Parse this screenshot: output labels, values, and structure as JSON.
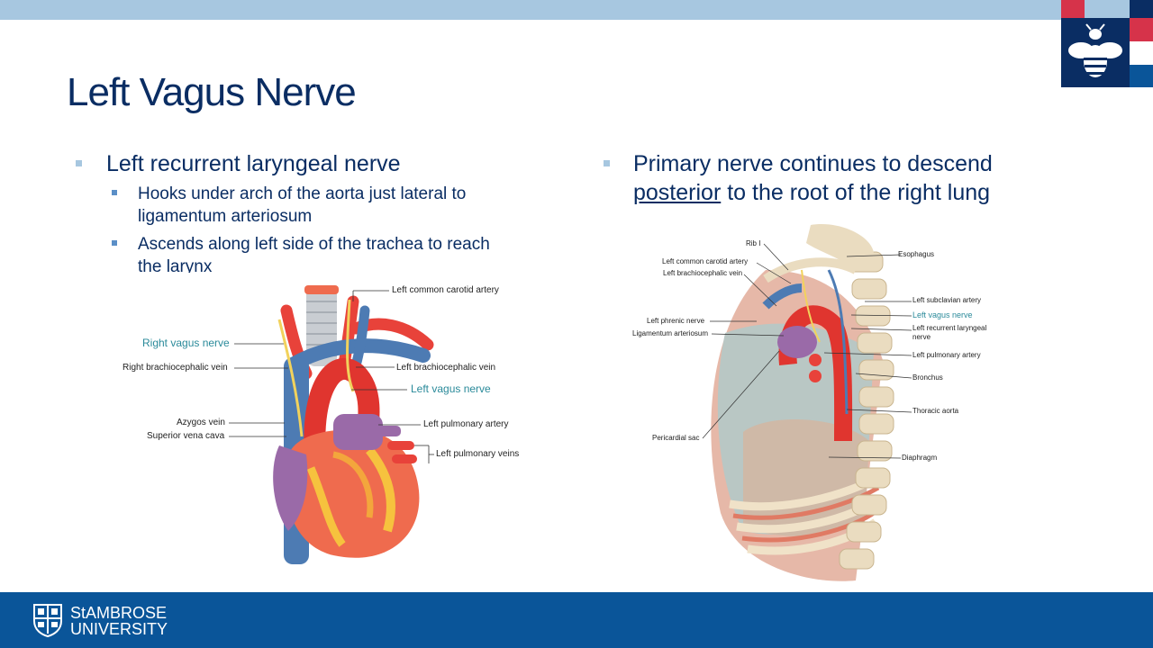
{
  "slide": {
    "title": "Left Vagus Nerve"
  },
  "left_column": {
    "bullet": "Left recurrent laryngeal nerve",
    "sub_bullets": [
      {
        "line1": "Hooks under arch of the aorta just lateral to",
        "line2": "ligamentum arteriosum"
      },
      {
        "line1": "Ascends along left side of the trachea to reach",
        "line2": "the larynx"
      }
    ]
  },
  "right_column": {
    "line1": "Primary nerve continues to descend",
    "underlined_word": "posterior",
    "line2_rest": " to the root of the right lung"
  },
  "heart_figure": {
    "labels": {
      "left_common_carotid": "Left common carotid artery",
      "right_vagus": "Right vagus nerve",
      "right_brachiocephalic": "Right brachiocephalic vein",
      "left_brachiocephalic": "Left brachiocephalic vein",
      "left_vagus": "Left vagus nerve",
      "azygos": "Azygos vein",
      "svc": "Superior vena cava",
      "left_pulm_artery": "Left pulmonary artery",
      "left_pulm_veins": "Left pulmonary veins"
    }
  },
  "thorax_figure": {
    "labels": {
      "rib": "Rib I",
      "lcca": "Left common carotid artery",
      "lbv": "Left brachiocephalic vein",
      "esophagus": "Esophagus",
      "lsa": "Left subclavian artery",
      "lvn": "Left vagus nerve",
      "lrln1": "Left recurrent laryngeal",
      "lrln2": "nerve",
      "lpn": "Left phrenic nerve",
      "lig": "Ligamentum arteriosum",
      "lpa": "Left pulmonary artery",
      "bronchus": "Bronchus",
      "ta": "Thoracic aorta",
      "ps": "Pericardial sac",
      "diaphragm": "Diaphragm"
    }
  },
  "footer": {
    "university_line1": "StAMBROSE",
    "university_line2": "UNIVERSITY"
  },
  "colors": {
    "navy": "#0a2d63",
    "top_bar": "#a7c7e0",
    "footer": "#0a5599",
    "logo_red": "#d6334a",
    "logo_blue": "#0a5599"
  },
  "icons": {
    "corner_logo": "bee-icon",
    "footer_crest": "crest-icon"
  }
}
